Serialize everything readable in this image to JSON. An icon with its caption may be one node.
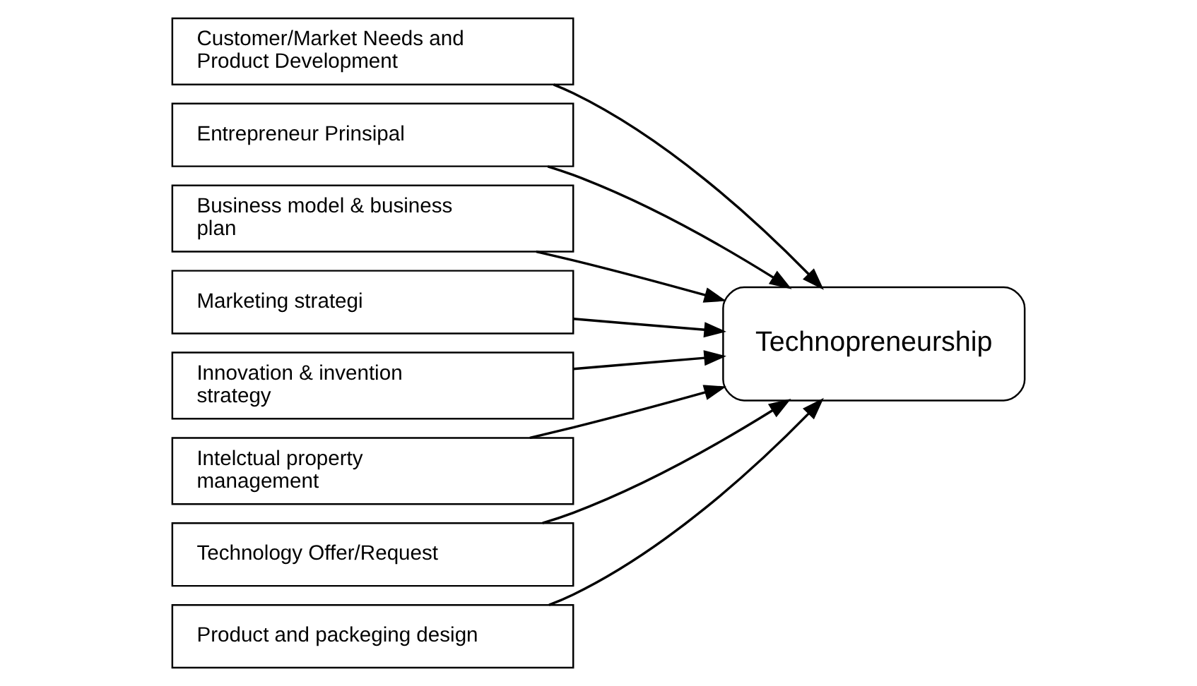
{
  "diagram": {
    "nodes": [
      {
        "text": [
          "Customer/Market Needs and Product Development"
        ]
      },
      {
        "text": [
          "Entrepreneur Prinsipal"
        ]
      },
      {
        "text": [
          "Business model & business plan"
        ]
      },
      {
        "text": [
          "Marketing strategi"
        ]
      },
      {
        "text": [
          "Innovation & invention strategy"
        ]
      },
      {
        "text": [
          "Intelctual property management"
        ]
      },
      {
        "text": [
          "Technology Offer/Request"
        ]
      },
      {
        "text": [
          "Product and packeging design"
        ]
      },
      {
        "text": [
          "Technopreneurship"
        ]
      }
    ],
    "edges": [
      {
        "from": 0,
        "to": 8,
        "arrow": "to"
      },
      {
        "from": 1,
        "to": 8,
        "arrow": "to"
      },
      {
        "from": 2,
        "to": 8,
        "arrow": "to"
      },
      {
        "from": 3,
        "to": 8,
        "arrow": "to"
      },
      {
        "from": 4,
        "to": 8,
        "arrow": "to"
      },
      {
        "from": 5,
        "to": 8,
        "arrow": "to"
      },
      {
        "from": 6,
        "to": 8,
        "arrow": "to"
      },
      {
        "from": 7,
        "to": 8,
        "arrow": "to"
      }
    ]
  }
}
